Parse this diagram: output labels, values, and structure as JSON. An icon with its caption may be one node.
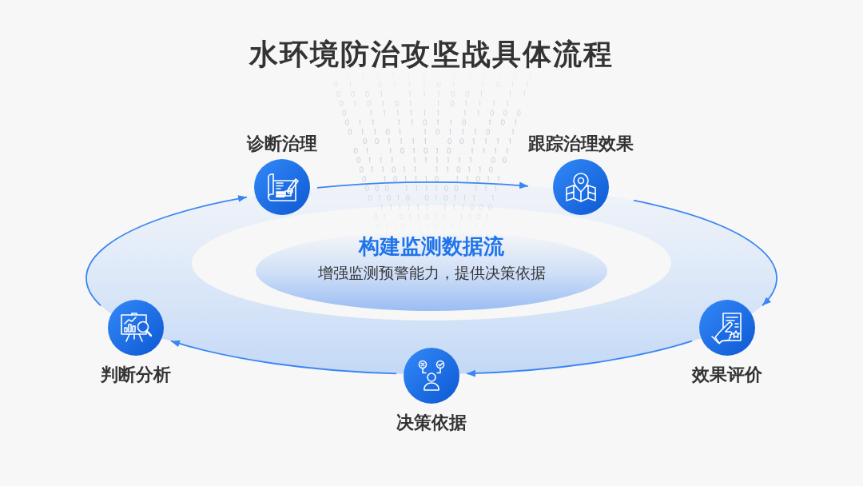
{
  "diagram": {
    "title": "水环境防治攻坚战具体流程",
    "nodes": [
      {
        "text": [
          "诊断治理"
        ]
      },
      {
        "text": [
          "跟踪治理效果"
        ]
      },
      {
        "text": [
          "构建监测数据流",
          "增强监测预警能力，提供决策依据"
        ]
      },
      {
        "text": [
          "判断分析"
        ]
      },
      {
        "text": [
          "效果评价"
        ]
      },
      {
        "text": [
          "决策依据"
        ]
      }
    ],
    "edges": [
      {
        "from": 3,
        "to": 0,
        "arrow": "to"
      },
      {
        "from": 0,
        "to": 1,
        "arrow": "to"
      },
      {
        "from": 1,
        "to": 4,
        "arrow": "to"
      },
      {
        "from": 4,
        "to": 5,
        "arrow": "to"
      },
      {
        "from": 5,
        "to": 3,
        "arrow": "to"
      }
    ]
  }
}
